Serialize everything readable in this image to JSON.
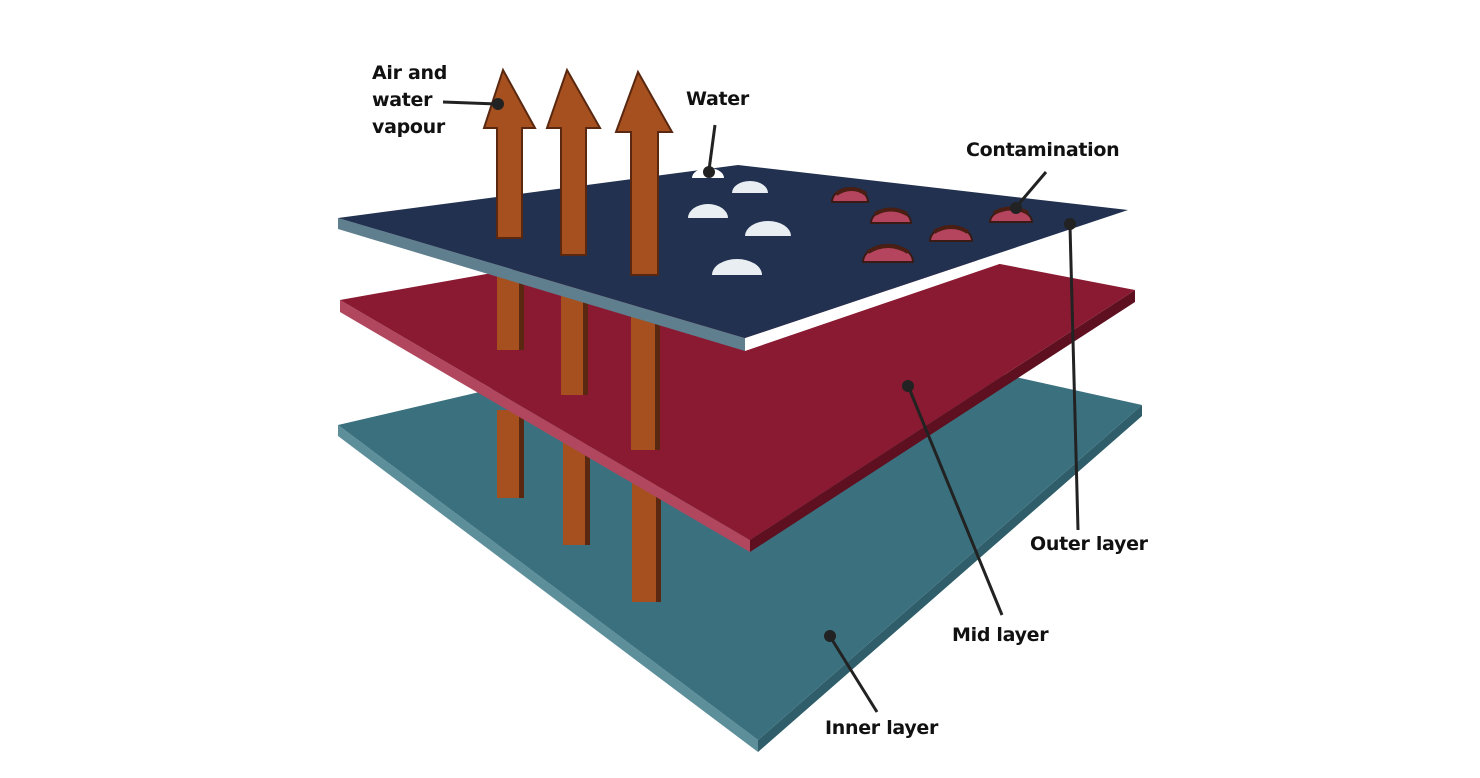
{
  "labels": {
    "air_vapour": [
      "Air and",
      "water",
      "vapour"
    ],
    "water": "Water",
    "contamination": "Contamination",
    "outer_layer": "Outer layer",
    "mid_layer": "Mid layer",
    "inner_layer": "Inner layer"
  },
  "colors": {
    "outer": "#22314f",
    "outer_edge": "#5f7e8e",
    "mid": "#8a1a31",
    "mid_edge": "#b0475e",
    "inner": "#3b717f",
    "inner_edge": "#5d8f9b",
    "arrow": "#a5501e",
    "arrow_shadow": "#5a2810"
  }
}
